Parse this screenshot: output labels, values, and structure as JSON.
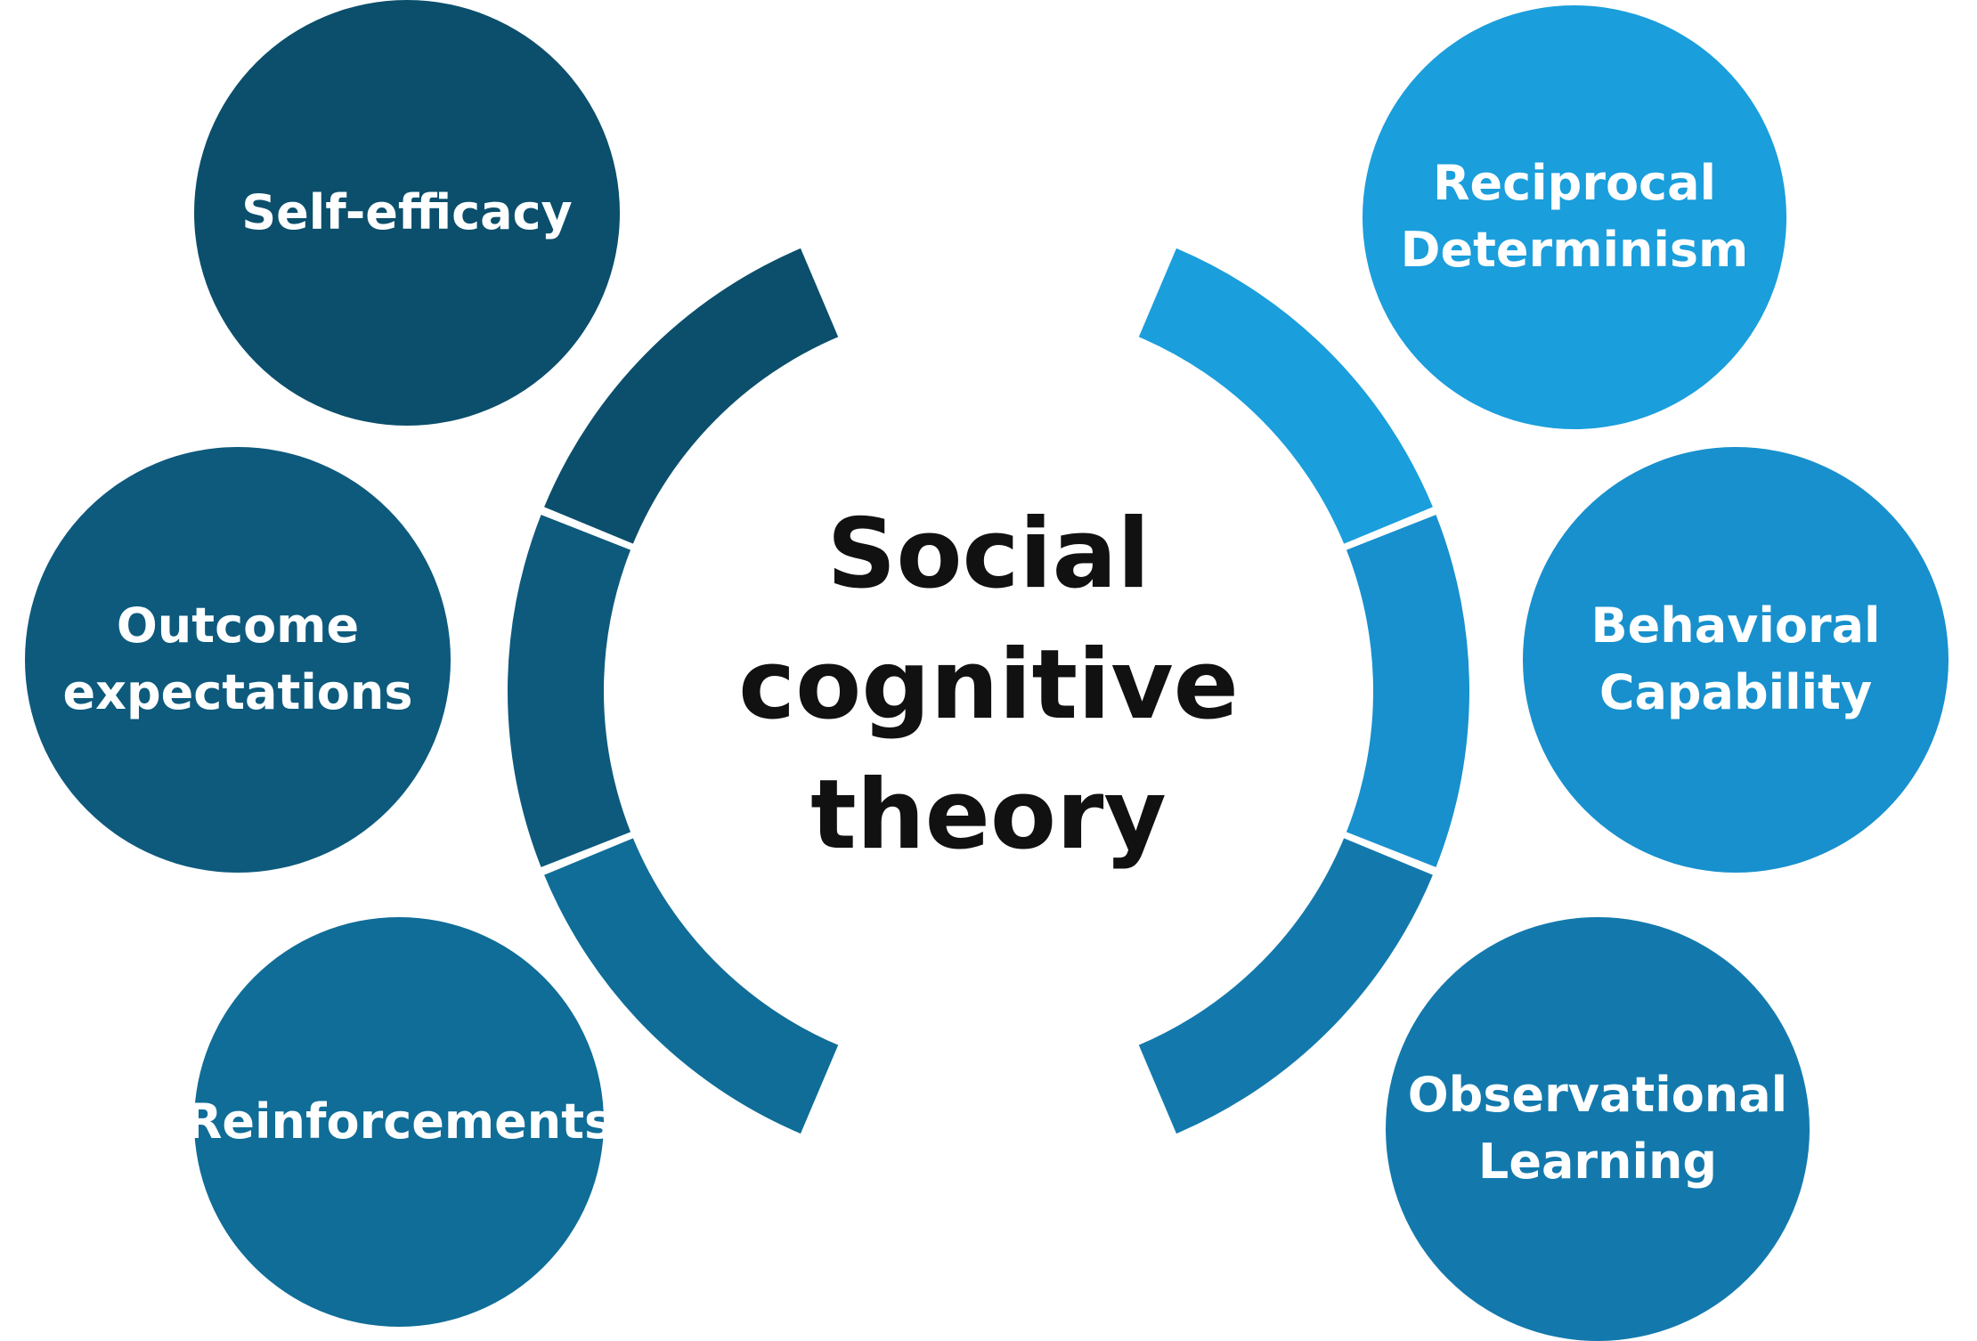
{
  "center": {
    "title": "Social\ncognitive\ntheory"
  },
  "nodes": [
    {
      "label": "Self-efficacy",
      "color": "#0b4f6c"
    },
    {
      "label": "Outcome\nexpectations",
      "color": "#0d5a7d"
    },
    {
      "label": "Reinforcements",
      "color": "#0f6d98"
    },
    {
      "label": "Reciprocal\nDeterminism",
      "color": "#1a9edc"
    },
    {
      "label": "Behavioral\nCapability",
      "color": "#1890cd"
    },
    {
      "label": "Observational\nLearning",
      "color": "#1379ad"
    }
  ],
  "arcs": {
    "left": [
      "#0b4f6c",
      "#0d5a7d",
      "#0f6d98"
    ],
    "right": [
      "#1a9edc",
      "#1890cd",
      "#1379ad"
    ]
  }
}
